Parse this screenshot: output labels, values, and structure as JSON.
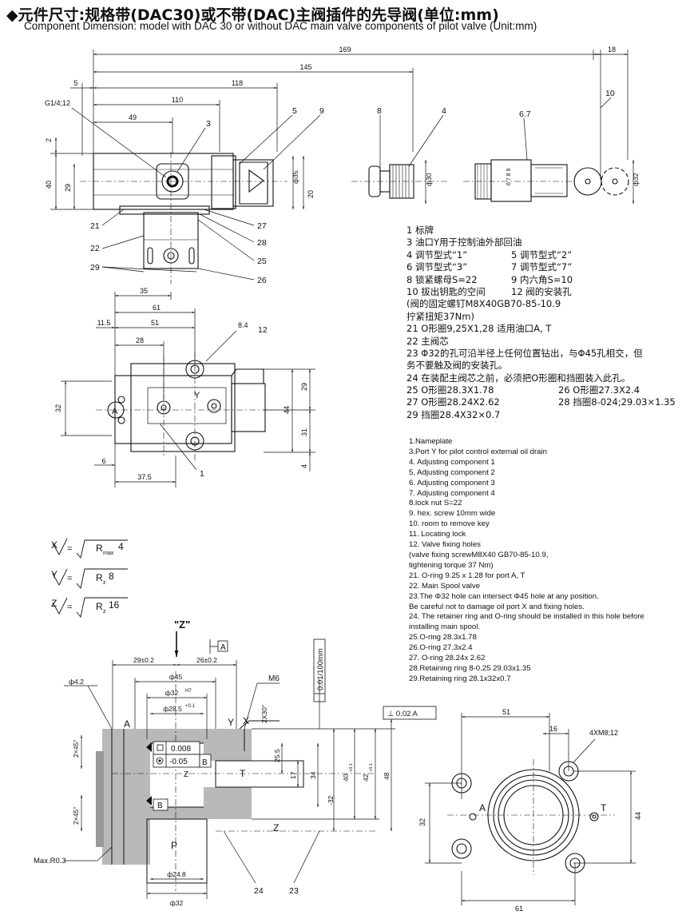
{
  "title": {
    "zh": "◆元件尺寸:规格带(DAC30)或不带(DAC)主阀插件的先导阀(单位:mm)",
    "en": "Component Dimension: model with DAC 30 or without DAC main valve components of pilot valve (Unit:mm)"
  },
  "top_view": {
    "dims": [
      "169",
      "145",
      "118",
      "110",
      "49",
      "5",
      "18",
      "2",
      "40",
      "29",
      "20",
      "ф35",
      "ф30",
      "ф32",
      "G1/4;12"
    ],
    "callouts": [
      "3",
      "5",
      "9",
      "8",
      "4",
      "6.7",
      "10",
      "21",
      "22",
      "29",
      "27",
      "28",
      "25",
      "26"
    ],
    "dial_text": "6 7 8 9"
  },
  "plan_view": {
    "dims": [
      "35",
      "61",
      "11.5",
      "51",
      "8.4",
      "28",
      "32",
      "29",
      "44",
      "31",
      "4",
      "6",
      "37.5"
    ],
    "labels": {
      "a": "A",
      "y": "Y"
    },
    "callouts": [
      "12",
      "1"
    ]
  },
  "roughness": [
    {
      "sym": "X",
      "val": "R",
      "sub": "max",
      "num": "4"
    },
    {
      "sym": "Y",
      "val": "R",
      "sub": "z",
      "num": "8"
    },
    {
      "sym": "Z",
      "val": "R",
      "sub": "z",
      "num": "16"
    }
  ],
  "section_view": {
    "z_label": "\"Z\"",
    "datum_a": "A",
    "datum_b": "B",
    "dims": [
      "29±0.2",
      "26±0.2",
      "ф45",
      "ф32",
      "H7",
      "ф28.5",
      "+0.1",
      "ф4.2",
      "2X30°",
      "M6",
      "2×45°",
      "2×45°",
      "25.5",
      "17",
      "34",
      "40",
      "+0.1",
      "42",
      "+0.1",
      "48",
      "-32",
      "ф24.8",
      "ф32",
      "0.01/100mm"
    ],
    "tol_flat": "0.008",
    "tol_conc": "-0.05",
    "tol_perp": "⊥ 0.02 A",
    "labels": {
      "a": "A",
      "b": "B",
      "y": "Y",
      "t": "T",
      "x": "X",
      "p": "P",
      "z": "Z",
      "zp": "Z"
    },
    "callouts": [
      "24",
      "23"
    ],
    "maxr": "Max.R0.3"
  },
  "port_view": {
    "dims": [
      "51",
      "16",
      "4XM8;12",
      "32",
      "44",
      "61"
    ],
    "labels": {
      "a": "A",
      "t": "T"
    }
  },
  "notes_zh": [
    [
      "1 标牌"
    ],
    [
      "3 油口Y用于控制油外部回油"
    ],
    [
      "4 调节型式“1”",
      "5 调节型式“2”"
    ],
    [
      "6 调节型式“3”",
      "7 调节型式“7”"
    ],
    [
      "8 锁紧螺母S=22",
      "9 内六角S=10"
    ],
    [
      "10 拔出钥匙的空间",
      "12 阀的安装孔"
    ],
    [
      "(阀的固定螺钉M8X40GB70-85-10.9"
    ],
    [
      "拧紧扭矩37Nm)"
    ],
    [
      "21 O形圈9,25X1,28 适用油口A, T"
    ],
    [
      "22 主阀芯"
    ],
    [
      "23 Φ32的孔可沿半径上任何位置钻出，与Φ45孔相交，但"
    ],
    [
      "务不要触及阀的安装孔。"
    ],
    [
      "24 在装配主阀芯之前，必须把O形圈和挡圈装入此孔。"
    ],
    [
      "25 O形圈28.3X1.78",
      "26 O形圈27.3X2.4"
    ],
    [
      "27 O形圈28.24X2.62",
      "28 挡圈8-024;29.03×1.35"
    ],
    [
      "29 挡圈28.4X32×0.7"
    ]
  ],
  "notes_en": [
    "1.Nameplate",
    "3.Port Y for pilot control external oil drain",
    "4. Adjusting component  1",
    "5. Adjusting component  2",
    "6. Adjusting component  3",
    "7. Adjusting component  4",
    "8.lock nut S=22",
    "9. hex. screw 10mm wide",
    "10. room to remove key",
    "11. Locating lock",
    "12. Valve fixing holes",
    " (valve fixing screwM8X40 GB70-85-10.9,",
    "tightening torque 37 Nm)",
    "21. O-ring 9.25 x 1.28 for port A, T",
    "22. Main Spool valve",
    "23.The  Φ32 hole can intersect  Φ45 hole at any position.",
    " Be careful not to damage oil port X and fixing holes.",
    "24.  The retainer ring and O-ring should be installed in this hole before",
    " installing main spool.",
    "25.O-ring 28.3x1.78",
    "26.O-ring 27.3x2.4",
    "27. O-ring 28.24x 2.62",
    "28.Retaining ring 8-0.25   29.03x1.35",
    "29.Retaining ring 28.1x32x0.7"
  ]
}
